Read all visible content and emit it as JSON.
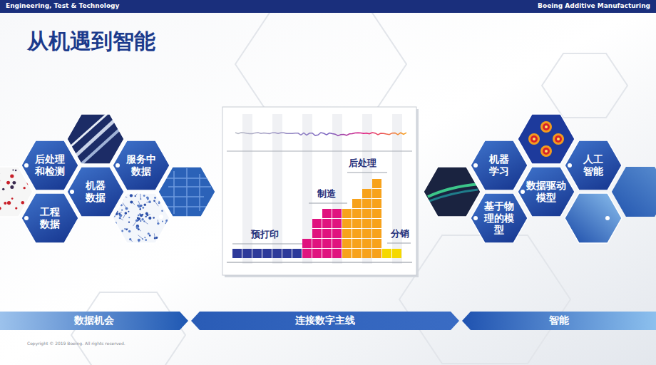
{
  "diagram": {
    "title": "从机遇到智能",
    "nodes": [
      {
        "text": [
          "后处理和检测"
        ]
      },
      {
        "text": [
          "服务中数据"
        ]
      },
      {
        "text": [
          "机器数据"
        ]
      },
      {
        "text": [
          "工程数据"
        ]
      },
      {
        "text": [
          "机器学习"
        ]
      },
      {
        "text": [
          "基于物理的模型"
        ]
      },
      {
        "text": [
          "数据驱动模型"
        ]
      },
      {
        "text": [
          "人工智能"
        ]
      },
      {
        "text": [
          "数据机会"
        ]
      },
      {
        "text": [
          "连接数字主线"
        ]
      },
      {
        "text": [
          "智能"
        ]
      }
    ],
    "labels": [
      "Engineering, Test & Technology",
      "Boeing Additive Manufacturing",
      "预打印",
      "制造",
      "后处理",
      "分销",
      "Copyright © 2019 Boeing. All rights reserved."
    ]
  }
}
